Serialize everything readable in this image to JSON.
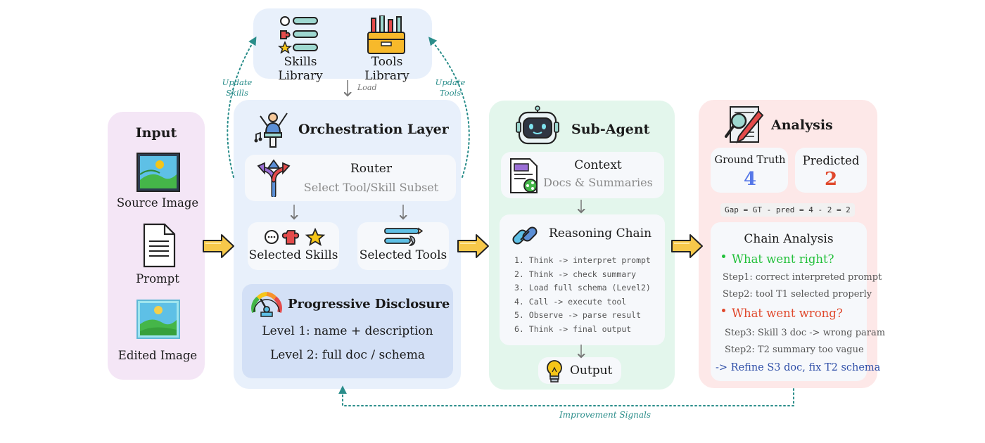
{
  "libraries": {
    "skills": "Skills Library",
    "tools": "Tools Library",
    "load": "Load",
    "update_skills": [
      "Update",
      "Skills"
    ],
    "update_tools": [
      "Update",
      "Tools"
    ]
  },
  "input": {
    "title": "Input",
    "source": "Source Image",
    "prompt": "Prompt",
    "edited": "Edited Image"
  },
  "orchestration": {
    "title": "Orchestration Layer",
    "router_title": "Router",
    "router_sub": "Select Tool/Skill Subset",
    "selected_skills": "Selected Skills",
    "selected_tools": "Selected Tools",
    "disclosure_title": "Progressive Disclosure",
    "level1": "Level 1: name + description",
    "level2": "Level 2: full doc / schema"
  },
  "subagent": {
    "title": "Sub-Agent",
    "context_title": "Context",
    "context_sub": "Docs & Summaries",
    "chain_title": "Reasoning Chain",
    "steps": [
      "1. Think -> interpret prompt",
      "2. Think -> check summary",
      "3. Load full schema (Level2)",
      "4. Call -> execute tool",
      "5. Observe -> parse result",
      "6. Think -> final output"
    ],
    "output": "Output"
  },
  "analysis": {
    "title": "Analysis",
    "gt_label": "Ground Truth",
    "gt_value": "4",
    "pred_label": "Predicted",
    "pred_value": "2",
    "gap": "Gap = GT - pred = 4 - 2 = 2",
    "chain_title": "Chain Analysis",
    "right_title": "What went right?",
    "right_items": [
      "Step1: correct interpreted prompt",
      "Step2: tool T1 selected properly"
    ],
    "wrong_title": "What went wrong?",
    "wrong_items": [
      "Step3: Skill 3 doc -> wrong param",
      "Step2: T2 summary too vague"
    ],
    "fix": "-> Refine S3 doc, fix T2 schema"
  },
  "feedback": "Improvement Signals",
  "colors": {
    "input_bg": "#f4e6f6",
    "orch_bg": "#e8f0fb",
    "sub_bg": "#e3f6ec",
    "analysis_bg": "#fde8e8",
    "teal": "#2a8d8a",
    "green": "#22c03a",
    "red": "#e0482c",
    "blue_num": "#5577e8",
    "fix_blue": "#2f4fa8"
  }
}
